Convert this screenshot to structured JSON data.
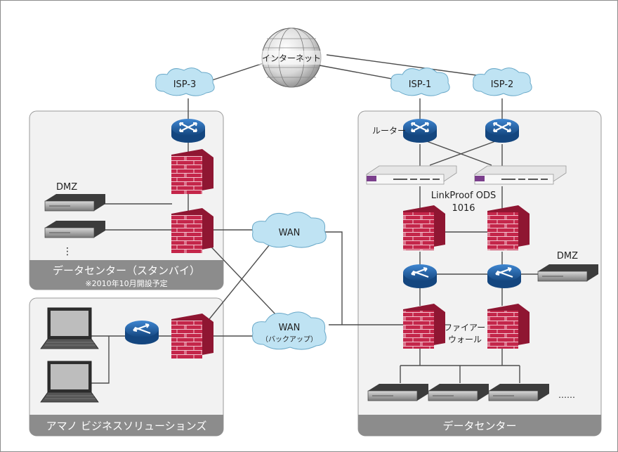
{
  "internet": "インターネット",
  "isp": {
    "isp1": "ISP-1",
    "isp2": "ISP-2",
    "isp3": "ISP-3"
  },
  "wan": {
    "main": "WAN",
    "backup": "WAN",
    "backup_sub": "（バックアップ）"
  },
  "standby": {
    "title": "データセンター（スタンバイ）",
    "note": "※2010年10月開設予定",
    "dmz": "DMZ",
    "dots": "⋮"
  },
  "amano": {
    "title": "アマノ ビジネスソリューションズ"
  },
  "dc": {
    "title": "データセンター",
    "router": "ルーター",
    "linkproof_1": "LinkProof ODS",
    "linkproof_2": "1016",
    "dmz": "DMZ",
    "fw_1": "ファイアー",
    "fw_2": "ウォール",
    "dots": "……"
  },
  "colors": {
    "panel_bg": "#f2f2f2",
    "panel_border": "#9a9a9a",
    "panel_footer": "#8c8c8c",
    "cloud": "#bfe3f3",
    "router": "#1e5fa8",
    "firewall": "#c4264a",
    "server": "#3c3c3c",
    "linkproof_accent": "#7b3f8c"
  }
}
